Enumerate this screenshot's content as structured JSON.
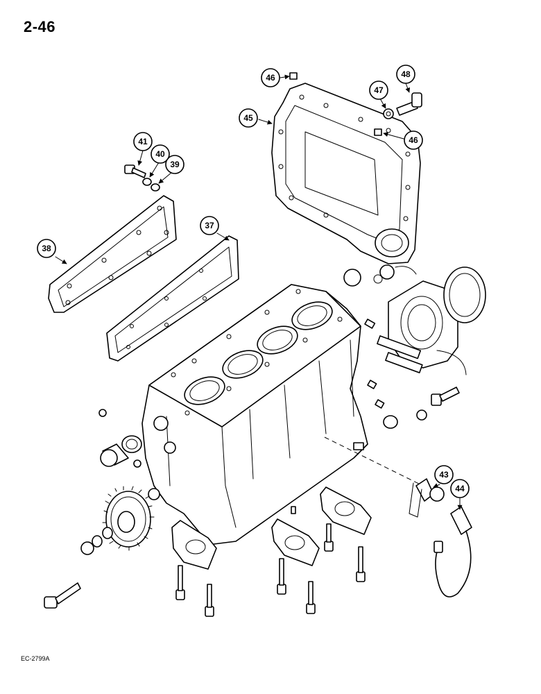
{
  "page_number": "2-46",
  "figure_code": "EC-2799A",
  "callouts": [
    "46",
    "48",
    "47",
    "45",
    "46",
    "41",
    "40",
    "39",
    "37",
    "38",
    "43",
    "44"
  ]
}
